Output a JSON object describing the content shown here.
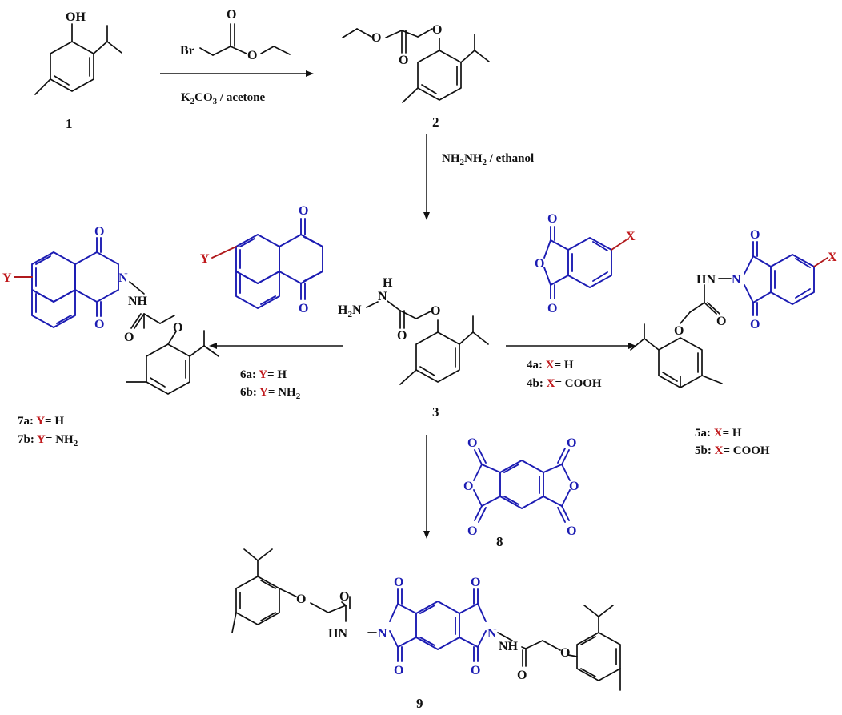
{
  "reagents": {
    "step1": "K2CO3 / acetone",
    "step2": "NH2NH2 / ethanol"
  },
  "compounds": {
    "c1": "1",
    "c2": "2",
    "c3": "3",
    "c8": "8",
    "c9": "9"
  },
  "labels": {
    "l4a": "4a:",
    "l4b": "4b:",
    "l5a": "5a:",
    "l5b": "5b:",
    "l6a": "6a:",
    "l6b": "6b:",
    "l7a": "7a:",
    "l7b": "7b:",
    "varX": "X",
    "varY": "Y",
    "eqH": "= H",
    "eqCOOH": "= COOH",
    "eqNH2": "= NH"
  },
  "atoms": {
    "OH": "OH",
    "O": "O",
    "Br": "Br",
    "H": "H",
    "N": "N",
    "HN": "HN",
    "NH": "NH",
    "H2N": "H",
    "X": "X",
    "Y": "Y"
  },
  "colors": {
    "reactant_structures": "#1c1cb3",
    "variable_substituent": "#c0191c",
    "bonds": "#111111"
  }
}
